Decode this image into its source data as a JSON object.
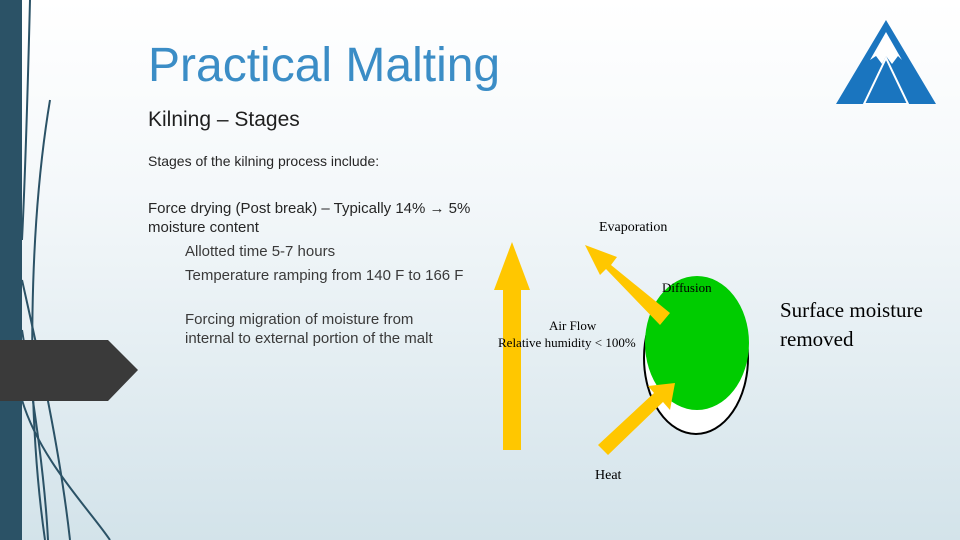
{
  "slide": {
    "title": "Practical Malting",
    "subtitle": "Kilning – Stages",
    "intro": "Stages of the kilning process include:",
    "bullet_main": "Force drying (Post break) – Typically 14% → 5% moisture content",
    "sub_bullets": [
      "Allotted time 5-7 hours",
      "Temperature ramping from 140 F to 166 F",
      "Forcing migration of moisture from internal to external portion of the malt"
    ]
  },
  "diagram": {
    "evaporation": "Evaporation",
    "diffusion": "Diffusion",
    "airflow": "Air Flow",
    "humidity": "Relative humidity < 100%",
    "heat": "Heat",
    "surface": "Surface moisture removed",
    "colors": {
      "arrow": "#ffc700",
      "kernel": "#00cc00",
      "outline": "#000000"
    }
  },
  "logo": {
    "color": "#1a75bf",
    "icon": "mountain-logo-icon"
  }
}
